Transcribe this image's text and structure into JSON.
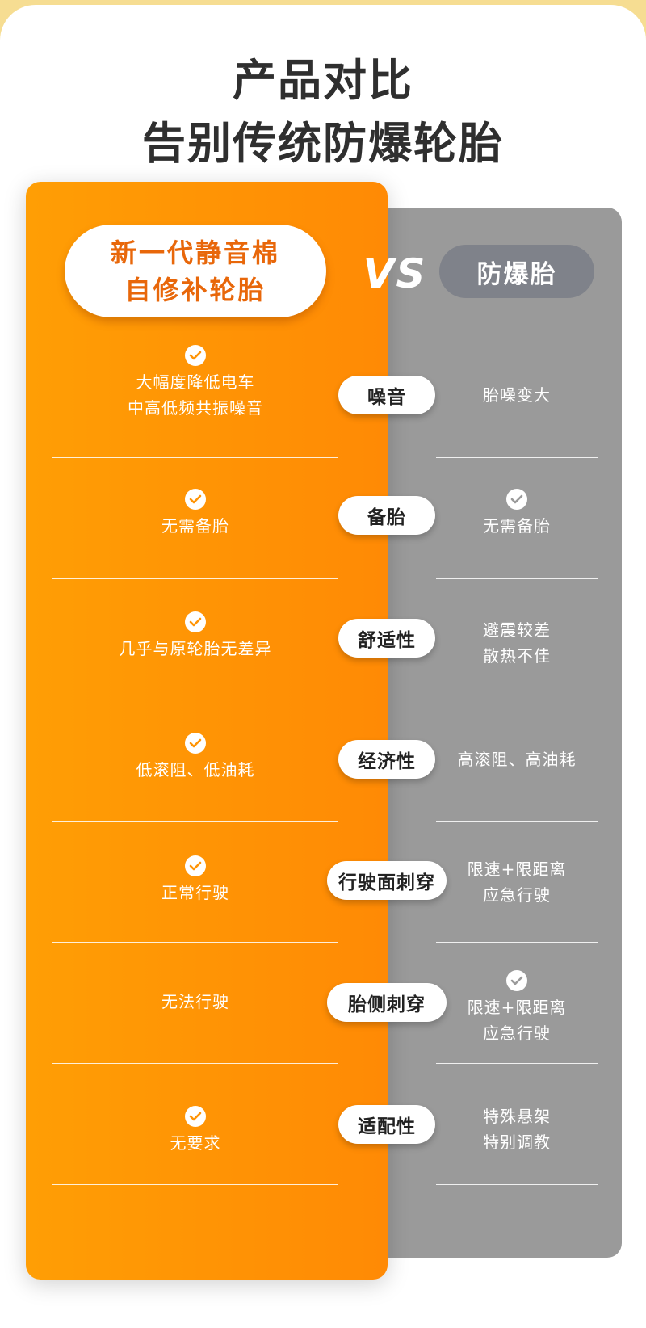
{
  "title": {
    "line1": "产品对比",
    "line2": "告别传统防爆轮胎"
  },
  "header": {
    "new_product": [
      "新一代静音棉",
      "自修补轮胎"
    ],
    "vs": "VS",
    "old_product": "防爆胎"
  },
  "colors": {
    "orange": "#ff9405",
    "gray": "#9a9a9a",
    "background": "#f6dd92"
  },
  "rows": [
    {
      "label": "噪音",
      "new_check": true,
      "new_lines": [
        "大幅度降低电车",
        "中高低频共振噪音"
      ],
      "old_check": false,
      "old_lines": [
        "胎噪变大"
      ]
    },
    {
      "label": "备胎",
      "new_check": true,
      "new_lines": [
        "无需备胎"
      ],
      "old_check": true,
      "old_lines": [
        "无需备胎"
      ]
    },
    {
      "label": "舒适性",
      "new_check": true,
      "new_lines": [
        "几乎与原轮胎无差异"
      ],
      "old_check": false,
      "old_lines": [
        "避震较差",
        "散热不佳"
      ]
    },
    {
      "label": "经济性",
      "new_check": true,
      "new_lines": [
        "低滚阻、低油耗"
      ],
      "old_check": false,
      "old_lines": [
        "高滚阻、高油耗"
      ]
    },
    {
      "label": "行驶面刺穿",
      "new_check": true,
      "new_lines": [
        "正常行驶"
      ],
      "old_check": false,
      "old_lines": [
        "限速+限距离",
        "应急行驶"
      ]
    },
    {
      "label": "胎侧刺穿",
      "new_check": false,
      "new_lines": [
        "无法行驶"
      ],
      "old_check": true,
      "old_lines": [
        "限速+限距离",
        "应急行驶"
      ]
    },
    {
      "label": "适配性",
      "new_check": true,
      "new_lines": [
        "无要求"
      ],
      "old_check": false,
      "old_lines": [
        "特殊悬架",
        "特别调教"
      ]
    }
  ]
}
